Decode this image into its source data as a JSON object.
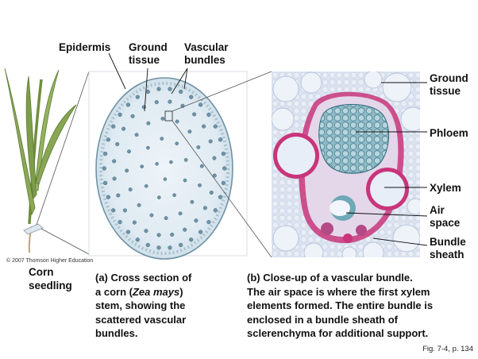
{
  "labels": {
    "epidermis": "Epidermis",
    "ground_tissue_left_1": "Ground",
    "ground_tissue_left_2": "tissue",
    "vascular_bundles_1": "Vascular",
    "vascular_bundles_2": "bundles",
    "ground_tissue_right_1": "Ground",
    "ground_tissue_right_2": "tissue",
    "phloem": "Phloem",
    "xylem": "Xylem",
    "air_space_1": "Air",
    "air_space_2": "space",
    "bundle_sheath_1": "Bundle",
    "bundle_sheath_2": "sheath",
    "corn_1": "Corn",
    "corn_2": "seedling"
  },
  "captions": {
    "a": [
      "(a) Cross section of",
      "a corn (Zea mays)",
      "stem, showing the",
      "scattered vascular",
      "bundles."
    ],
    "b": [
      "(b) Close-up of a vascular bundle.",
      "The air space is where the first xylem",
      "elements formed. The entire bundle is",
      "enclosed in a bundle sheath of",
      "sclerenchyma for additional support."
    ]
  },
  "copyright": "© 2007 Thomson Higher Education",
  "figure_ref": "Fig. 7-4, p. 134",
  "colors": {
    "stem_fill": "#dde9f1",
    "bundle": "#6f93a6",
    "micro_bg": "#d4dceb",
    "sheath": "#c8357a",
    "phloem": "#9fc6cf",
    "plant": "#7c9a49"
  }
}
